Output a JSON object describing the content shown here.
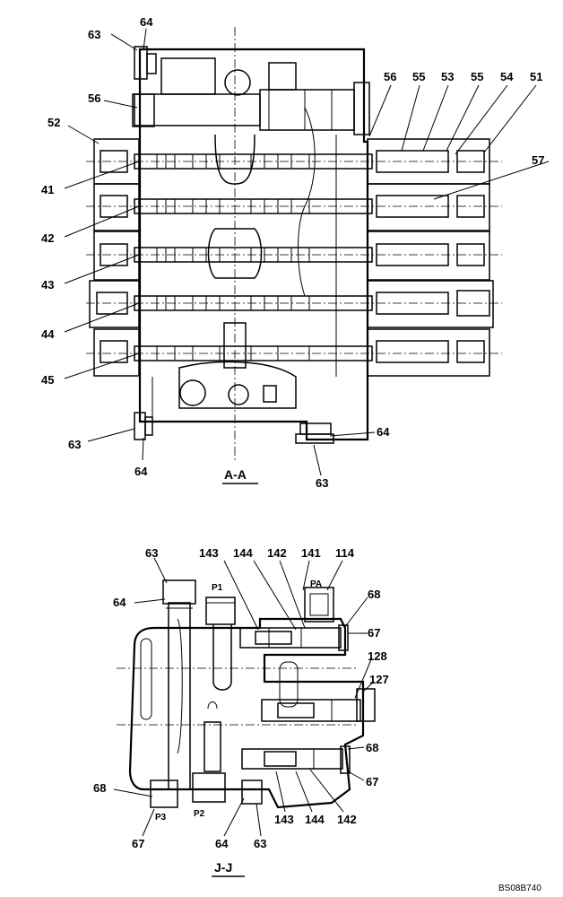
{
  "views": {
    "aa": {
      "title": "A-A",
      "labels": {
        "l63_top": "63",
        "l64_top": "64",
        "l56_left": "56",
        "l52": "52",
        "l41": "41",
        "l42": "42",
        "l43": "43",
        "l44": "44",
        "l45": "45",
        "l56_right": "56",
        "l55_a": "55",
        "l53": "53",
        "l55_b": "55",
        "l54": "54",
        "l51": "51",
        "l57": "57",
        "l63_bl": "63",
        "l64_bl": "64",
        "l64_br": "64",
        "l63_br": "63"
      }
    },
    "jj": {
      "title": "J-J",
      "labels": {
        "l63_top": "63",
        "l64_top": "64",
        "l143_top": "143",
        "l144_top": "144",
        "l142_top": "142",
        "l141": "141",
        "l114": "114",
        "l68_top": "68",
        "l67_top": "67",
        "l128": "128",
        "l127": "127",
        "l68_mid": "68",
        "l67_mid": "67",
        "l68_bl": "68",
        "l67_bl": "67",
        "l64_bot": "64",
        "l63_bot": "63",
        "l143_bot": "143",
        "l144_bot": "144",
        "l142_bot": "142"
      },
      "ports": {
        "p1": "P1",
        "pa": "PA",
        "p2": "P2",
        "p3": "P3"
      }
    }
  },
  "drawing_code": "BS08B740"
}
